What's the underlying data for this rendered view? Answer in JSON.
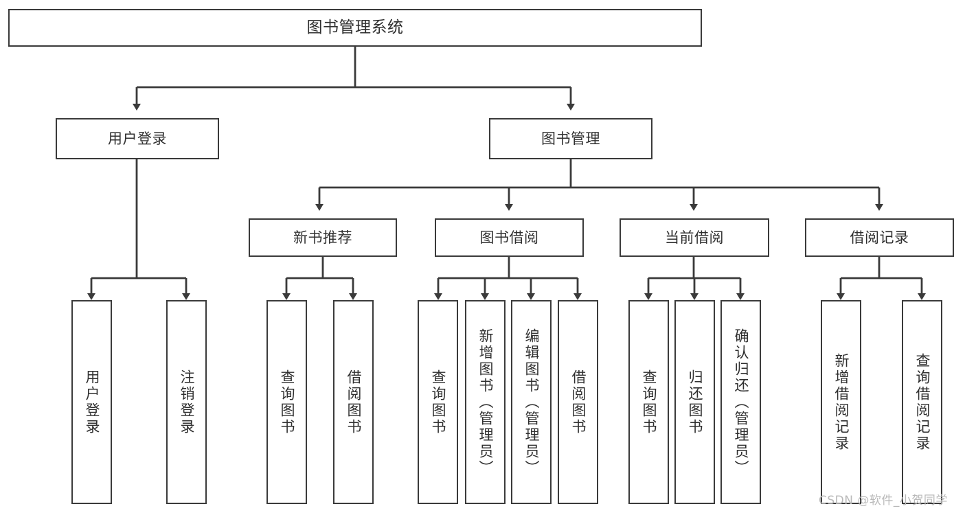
{
  "diagram": {
    "type": "tree-hierarchy-chart",
    "title": "图书管理系统",
    "colors": {
      "stroke": "#3a3a3a",
      "fill": "#ffffff",
      "text": "#2f2f2f",
      "watermark": "#b9b9b9"
    },
    "root": {
      "label": "图书管理系统"
    },
    "level2": [
      {
        "id": "user-login",
        "label": "用户登录"
      },
      {
        "id": "book-manage",
        "label": "图书管理"
      }
    ],
    "level3": [
      {
        "id": "new-book-recommend",
        "label": "新书推荐",
        "parent": "book-manage"
      },
      {
        "id": "book-borrow",
        "label": "图书借阅",
        "parent": "book-manage"
      },
      {
        "id": "current-borrow",
        "label": "当前借阅",
        "parent": "book-manage"
      },
      {
        "id": "borrow-record",
        "label": "借阅记录",
        "parent": "book-manage"
      }
    ],
    "leaves": [
      {
        "id": "leaf-user-login",
        "label": "用户登录",
        "parent": "user-login"
      },
      {
        "id": "leaf-user-logout",
        "label": "注销登录",
        "parent": "user-login"
      },
      {
        "id": "leaf-query-book-1",
        "label": "查询图书",
        "parent": "new-book-recommend"
      },
      {
        "id": "leaf-borrow-book-1",
        "label": "借阅图书",
        "parent": "new-book-recommend"
      },
      {
        "id": "leaf-query-book-2",
        "label": "查询图书",
        "parent": "book-borrow"
      },
      {
        "id": "leaf-add-book",
        "label": "新增图书（管理员）",
        "parent": "book-borrow"
      },
      {
        "id": "leaf-edit-book",
        "label": "编辑图书（管理员）",
        "parent": "book-borrow"
      },
      {
        "id": "leaf-borrow-book-2",
        "label": "借阅图书",
        "parent": "book-borrow"
      },
      {
        "id": "leaf-query-book-3",
        "label": "查询图书",
        "parent": "current-borrow"
      },
      {
        "id": "leaf-return-book",
        "label": "归还图书",
        "parent": "current-borrow"
      },
      {
        "id": "leaf-confirm-return",
        "label": "确认归还（管理员）",
        "parent": "current-borrow"
      },
      {
        "id": "leaf-add-record",
        "label": "新增借阅记录",
        "parent": "borrow-record"
      },
      {
        "id": "leaf-query-record",
        "label": "查询借阅记录",
        "parent": "borrow-record"
      }
    ]
  },
  "watermark": {
    "text": "CSDN @软件_小贺同学"
  }
}
